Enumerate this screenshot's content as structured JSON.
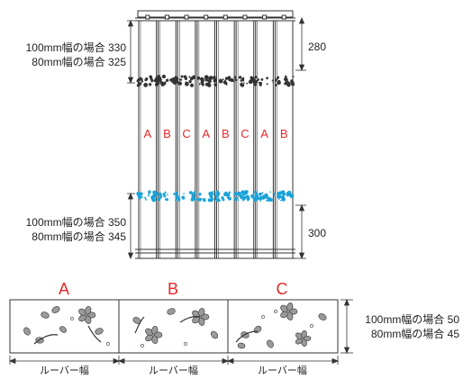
{
  "curtain": {
    "panel_letters": [
      "A",
      "B",
      "C",
      "A",
      "B",
      "C",
      "A",
      "B"
    ],
    "top_left_label_1": "100mm幅の場合 330",
    "top_left_label_2": "80mm幅の場合 325",
    "top_right_label": "280",
    "bottom_left_label_1": "100mm幅の場合 350",
    "bottom_left_label_2": "80mm幅の場合 345",
    "bottom_right_label": "300",
    "pattern_colors": {
      "top": "#333333",
      "bottom": "#1aa3d9"
    }
  },
  "detail": {
    "panels": [
      {
        "letter": "A",
        "width_label": "ルーバー幅"
      },
      {
        "letter": "B",
        "width_label": "ルーバー幅"
      },
      {
        "letter": "C",
        "width_label": "ルーバー幅"
      }
    ],
    "height_label_1": "100mm幅の場合 50",
    "height_label_2": "80mm幅の場合 45"
  },
  "colors": {
    "accent": "#e8282b",
    "line": "#333333",
    "flower": "#9a9a9a"
  }
}
